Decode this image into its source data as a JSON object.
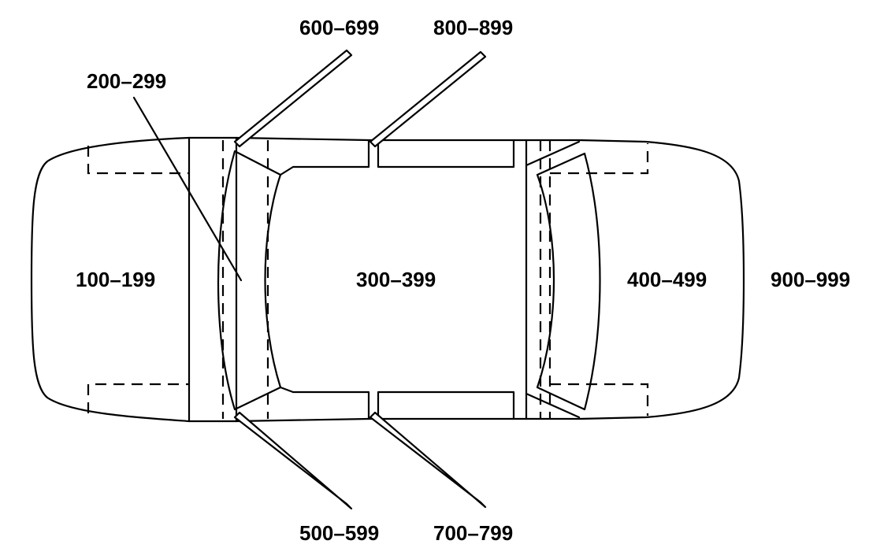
{
  "diagram": {
    "zones": {
      "front": "100–199",
      "front_glass_area": "200–299",
      "passenger_compartment": "300–399",
      "rear": "400–499",
      "left_front_door": "500–599",
      "right_front_door": "600–699",
      "left_rear_door": "700–799",
      "right_rear_door": "800–899",
      "exterior_roof": "900–999"
    }
  }
}
